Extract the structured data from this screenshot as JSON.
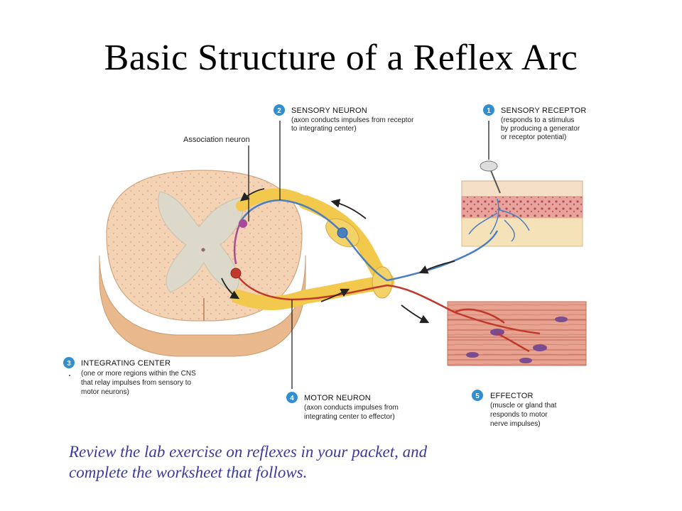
{
  "title": "Basic Structure of a Reflex Arc",
  "association_label": "Association neuron",
  "callouts": [
    {
      "number": "1",
      "heading": "SENSORY RECEPTOR",
      "lines": [
        "(responds to a stimulus",
        "by producing a generator",
        "or receptor potential)"
      ]
    },
    {
      "number": "2",
      "heading": "SENSORY NEURON",
      "lines": [
        "(axon conducts impulses from receptor",
        "to integrating center)"
      ]
    },
    {
      "number": "3",
      "heading": "INTEGRATING CENTER",
      "lines": [
        "(one or more regions within the CNS",
        "that relay impulses from sensory to",
        "motor neurons)"
      ]
    },
    {
      "number": "4",
      "heading": "MOTOR NEURON",
      "lines": [
        "(axon conducts impulses from",
        "integrating center to effector)"
      ]
    },
    {
      "number": "5",
      "heading": "EFFECTOR",
      "lines": [
        "(muscle or gland that",
        "responds to motor",
        "nerve impulses)"
      ]
    }
  ],
  "footer": {
    "line1": "Review the lab exercise on reflexes in your packet, and",
    "line2": "complete the worksheet that follows."
  },
  "colors": {
    "callout_circle": "#2f8fd0",
    "sensory_axon": "#4a7fc0",
    "motor_axon": "#c0392b",
    "nerve_sheath": "#f2c94c",
    "spinal_cord": "#f3d3b4",
    "grey_matter": "#d9d6c8",
    "footer_text": "#3b3b9e"
  }
}
